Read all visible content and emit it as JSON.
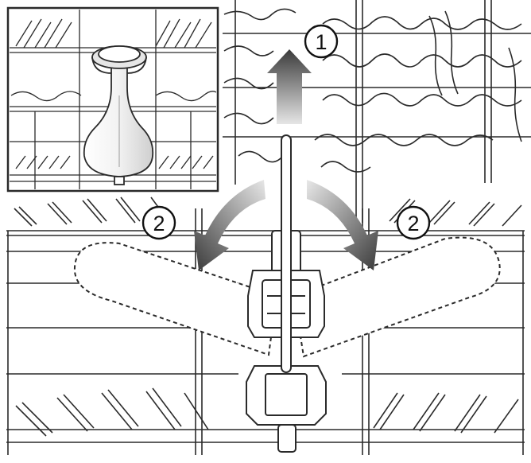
{
  "callouts": {
    "step_1": "1",
    "step_2_left": "2",
    "step_2_right": "2"
  },
  "colors": {
    "line": "#2a2a2a",
    "background": "#ffffff",
    "arrow_dark": "#3a3a3a",
    "arrow_light": "#d8d8d8"
  },
  "icons": {
    "up_arrow": "up-arrow-icon",
    "rotate_left": "curved-arrow-left-icon",
    "rotate_right": "curved-arrow-right-icon"
  }
}
